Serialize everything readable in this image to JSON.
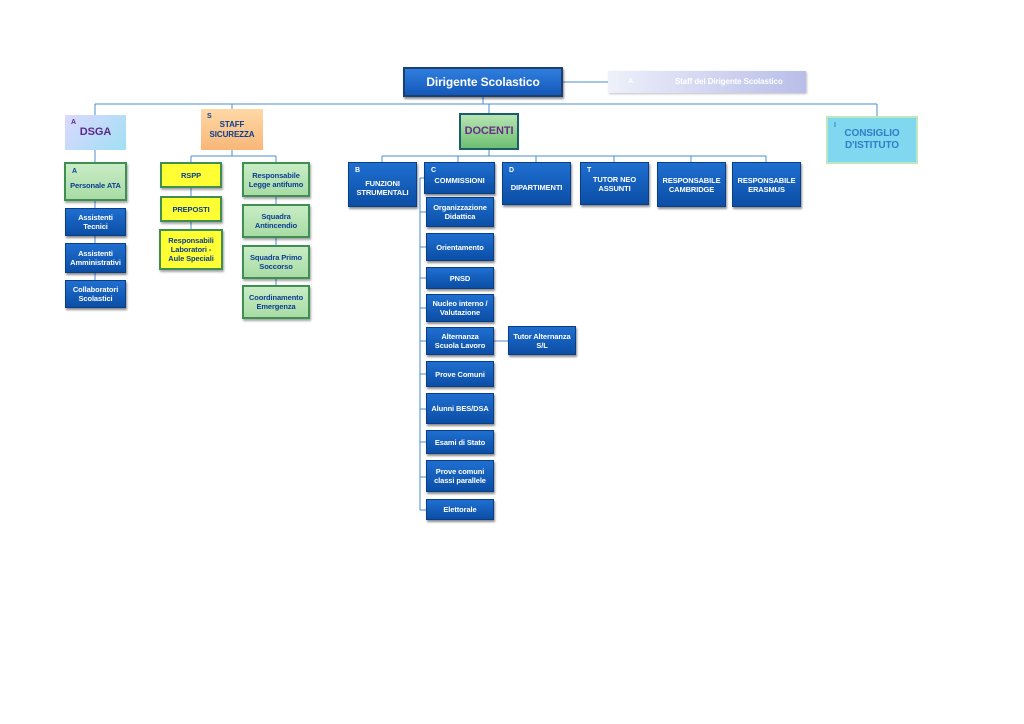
{
  "root": {
    "label": "Dirigente Scolastico"
  },
  "staff_dirigente": {
    "tag": "A",
    "label": "Staff del Dirigente Scolastico"
  },
  "dsga": {
    "tag": "A",
    "label": "DSGA",
    "personale": {
      "tag": "A",
      "label": "Personale ATA"
    },
    "items": [
      "Assistenti Tecnici",
      "Assistenti Amministrativi",
      "Collaboratori Scolastici"
    ]
  },
  "staff_sicurezza": {
    "tag": "S",
    "label": "STAFF SICUREZZA",
    "left": [
      "RSPP",
      "PREPOSTI",
      "Responsabili Laboratori - Aule Speciali"
    ],
    "right": [
      "Responsabile Legge antifumo",
      "Squadra Antincendio",
      "Squadra Primo Soccorso",
      "Coordinamento Emergenza"
    ]
  },
  "docenti": {
    "label": "DOCENTI",
    "funzioni": {
      "tag": "B",
      "label": "FUNZIONI STRUMENTALI"
    },
    "commissioni": {
      "tag": "C",
      "label": "COMMISSIONI",
      "items": [
        "Organizzazione Didattica",
        "Orientamento",
        "PNSD",
        "Nucleo interno / Valutazione",
        "Alternanza Scuola Lavoro",
        "Prove Comuni",
        "Alunni BES/DSA",
        "Esami di Stato",
        "Prove comuni classi parallele",
        "Elettorale"
      ],
      "tutor_alternanza": "Tutor Alternanza S/L"
    },
    "dipartimenti": {
      "tag": "D",
      "label": "DIPARTIMENTI"
    },
    "tutor_neo": {
      "tag": "T",
      "label": "TUTOR NEO ASSUNTI"
    },
    "cambridge": {
      "label": "RESPONSABILE CAMBRIDGE"
    },
    "erasmus": {
      "label": "RESPONSABILE ERASMUS"
    }
  },
  "consiglio": {
    "tag": "I",
    "label": "CONSIGLIO D'ISTITUTO"
  }
}
